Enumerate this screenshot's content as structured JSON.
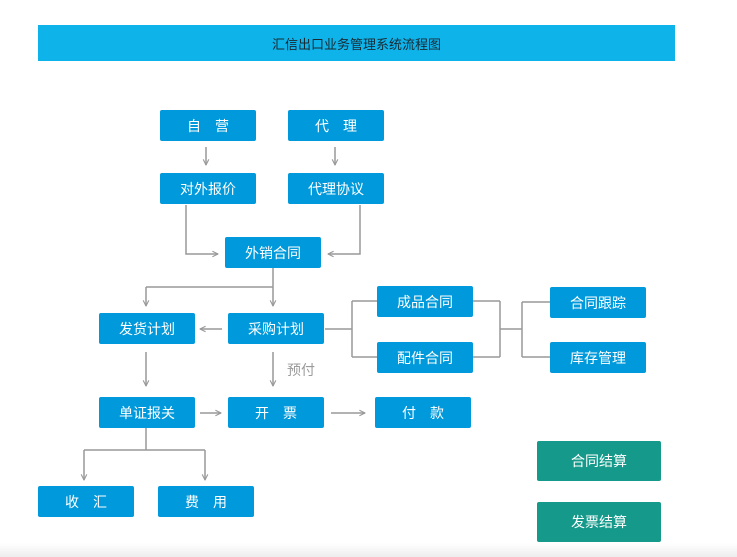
{
  "header": {
    "title": "汇信出口业务管理系统流程图"
  },
  "nodes": {
    "self_operated": "自　营",
    "agency": "代　理",
    "external_quote": "对外报价",
    "agency_agreement": "代理协议",
    "export_contract": "外销合同",
    "shipment_plan": "发货计划",
    "purchase_plan": "采购计划",
    "product_contract": "成品合同",
    "parts_contract": "配件合同",
    "contract_tracking": "合同跟踪",
    "inventory_management": "库存管理",
    "document_customs": "单证报关",
    "invoicing": "开　票",
    "payment": "付　款",
    "collection": "收　汇",
    "expenses": "费　用",
    "contract_settlement": "合同结算",
    "invoice_settlement": "发票结算"
  },
  "annotations": {
    "prepay": "预付"
  },
  "colors": {
    "title_bar": "#0eb3ea",
    "node": "#0099db",
    "settlement": "#14998a",
    "connector": "#999999"
  }
}
